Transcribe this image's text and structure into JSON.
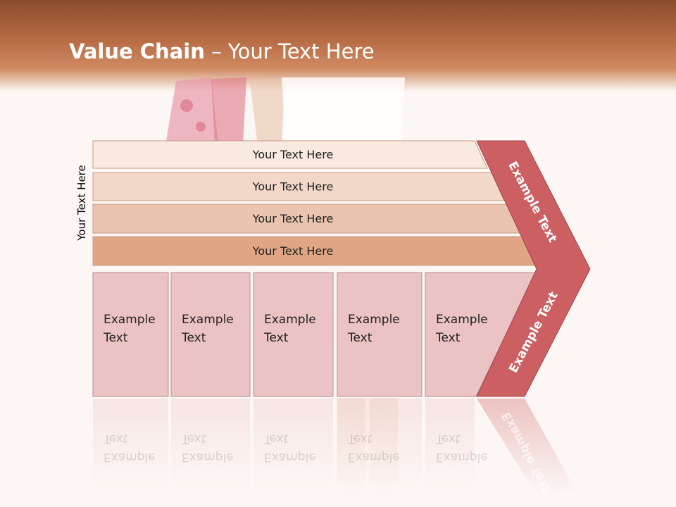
{
  "slide": {
    "title_bold": "Value Chain",
    "title_rest": " – Your Text Here"
  },
  "diagram": {
    "side_label": "Your Text Here",
    "bands": [
      {
        "label": "Your Text Here",
        "fill": "#f8e9e1"
      },
      {
        "label": "Your Text Here",
        "fill": "#f1d8c9"
      },
      {
        "label": "Your Text Here",
        "fill": "#eac4ae"
      },
      {
        "label": "Your Text Here",
        "fill": "#e0a683"
      }
    ],
    "columns": [
      {
        "line1": "Example",
        "line2": "Text"
      },
      {
        "line1": "Example",
        "line2": "Text"
      },
      {
        "line1": "Example",
        "line2": "Text"
      },
      {
        "line1": "Example",
        "line2": "Text"
      },
      {
        "line1": "Example",
        "line2": "Text"
      }
    ],
    "chevron_top": "Example Text",
    "chevron_bottom": "Example Text",
    "colors": {
      "column_fill": "#ebc3c4",
      "chevron_fill": "#cc5f62",
      "chevron_text": "#ffffff",
      "header": "#a25c37"
    }
  }
}
